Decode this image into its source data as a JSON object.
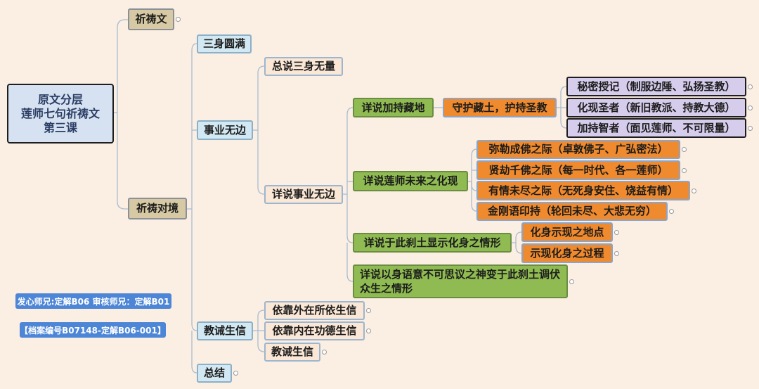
{
  "root": {
    "line1": "原文分层",
    "line2": "莲师七句祈祷文",
    "line3": "第三课"
  },
  "nodes": {
    "prayer": "祈祷文",
    "object": "祈祷对境",
    "trikaya": "三身圆满",
    "activity": "事业无边",
    "trikaya_general": "总说三身无量",
    "activity_detail": "详说事业无边",
    "blessing_land": "详说加持藏地",
    "protect_land": "守护藏土，护持圣教",
    "secret_prophecy": "秘密授记（制服边陲、弘扬圣教）",
    "emanate_saints": "化现圣者（新旧教派、持教大德）",
    "bless_wisdom": "加持智者（面见莲师、不可限量）",
    "future_emanation": "详说莲师未来之化现",
    "maitreya": "弥勒成佛之际（卓敦佛子、广弘密法）",
    "bhadrakalpa": "贤劫千佛之际（每一时代、各一莲师）",
    "samsara": "有情未尽之际（无死身安住、饶益有情）",
    "vajra_seal": "金刚语印持（轮回未尽、大悲无穷）",
    "manifest_here": "详说于此刹土显示化身之情形",
    "manifest_place": "化身示现之地点",
    "manifest_process": "示现化身之过程",
    "inconceivable": "详说以身语意不可思议之神变于此刹土调伏众生之情形",
    "faith": "教诫生信",
    "external": "依靠外在所依生信",
    "internal": "依靠内在功德生信",
    "faith_sub": "教诫生信",
    "summary": "总结"
  },
  "credits": {
    "editors": "发心师兄:定解B06 审核师兄：定解B01",
    "archive": "【档案编号B07148-定解B06-001】"
  },
  "colors": {
    "background": "#fbeee2",
    "root": "#d6e2f1",
    "level1": "#d6c9a3",
    "level2": "#d2e8f2",
    "level3": "#fbe7d6",
    "level4": "#8fbb52",
    "level5": "#f08a2e",
    "level6": "#d6ccec",
    "tag": "#4d86d6"
  }
}
